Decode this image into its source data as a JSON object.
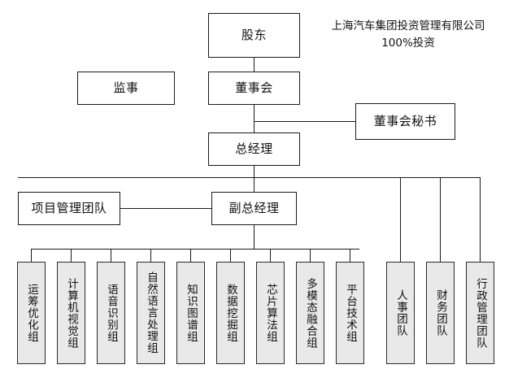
{
  "diagram": {
    "type": "organization-chart",
    "title_note": "上海汽车集团投资管理有限公司\n100%投资",
    "colors": {
      "background": "#ffffff",
      "border": "#1a1a1a",
      "leaf_fill": "#e9e9e9",
      "leaf_border": "#2b2b2b",
      "text": "#111111"
    },
    "nodes": {
      "shareholder": "股东",
      "supervisor": "监事",
      "board": "董事会",
      "board_secretary": "董事会秘书",
      "general_manager": "总经理",
      "project_team": "项目管理团队",
      "deputy_general_manager": "副总经理"
    },
    "departments": [
      {
        "label": "运筹优化组"
      },
      {
        "label": "计算机视觉组"
      },
      {
        "label": "语音识别组"
      },
      {
        "label": "自然语言处理组"
      },
      {
        "label": "知识图谱组"
      },
      {
        "label": "数据挖掘组"
      },
      {
        "label": "芯片算法组"
      },
      {
        "label": "多模态融合组"
      },
      {
        "label": "平台技术组"
      },
      {
        "label": "人事团队"
      },
      {
        "label": "财务团队"
      },
      {
        "label": "行政管理团队"
      }
    ]
  }
}
